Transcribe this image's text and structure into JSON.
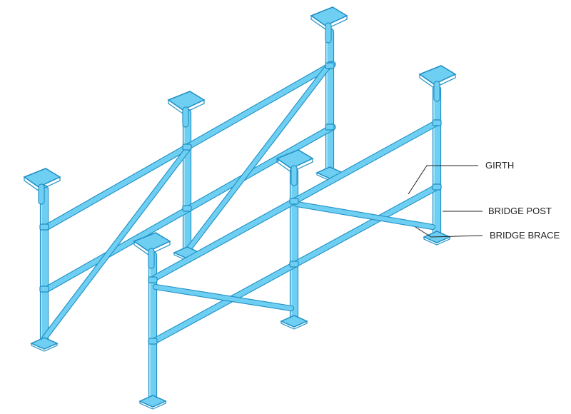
{
  "labels": {
    "girth": "GIRTH",
    "bridge_post": "BRIDGE POST",
    "bridge_brace": "BRIDGE BRACE"
  },
  "colors": {
    "tube_fill": "#6ecff2",
    "tube_edge": "#1f8fc4",
    "background": "#ffffff"
  }
}
